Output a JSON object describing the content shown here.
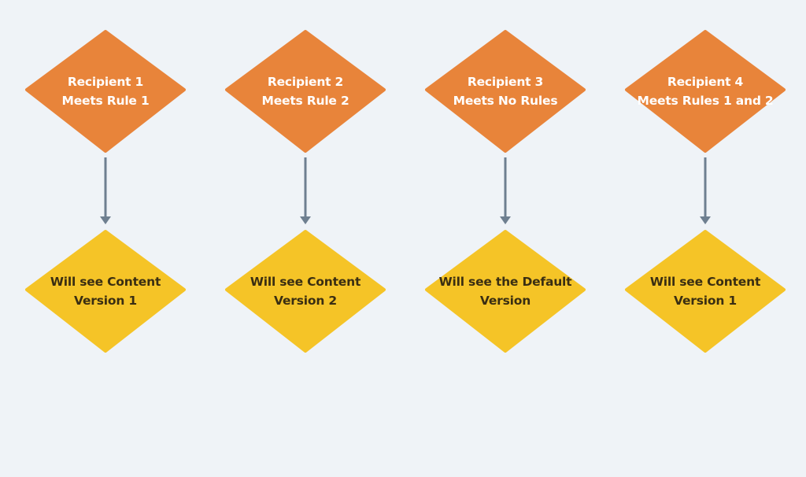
{
  "colors": {
    "background": "#eff3f7",
    "recipient_fill": "#e8843a",
    "outcome_fill": "#f5c427",
    "arrow": "#6e7f90",
    "recipient_text": "#ffffff",
    "outcome_text": "#3a2e12"
  },
  "flows": [
    {
      "recipient": {
        "line1": "Recipient 1",
        "line2": "Meets Rule 1"
      },
      "outcome": {
        "line1": "Will see Content",
        "line2": "Version 1"
      }
    },
    {
      "recipient": {
        "line1": "Recipient 2",
        "line2": "Meets Rule 2"
      },
      "outcome": {
        "line1": "Will see Content",
        "line2": "Version 2"
      }
    },
    {
      "recipient": {
        "line1": "Recipient 3",
        "line2": "Meets No Rules"
      },
      "outcome": {
        "line1": "Will see the Default",
        "line2": "Version"
      }
    },
    {
      "recipient": {
        "line1": "Recipient 4",
        "line2": "Meets Rules 1 and 2"
      },
      "outcome": {
        "line1": "Will see Content",
        "line2": "Version 1"
      }
    }
  ]
}
